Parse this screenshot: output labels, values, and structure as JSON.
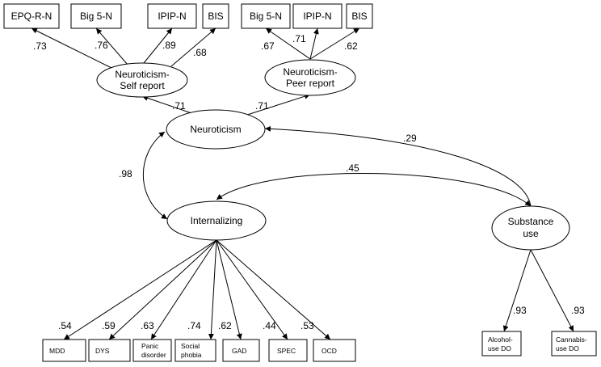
{
  "top_indicators": {
    "self": [
      {
        "label": "EPQ-R-N",
        "loading": ".73"
      },
      {
        "label": "Big 5-N",
        "loading": ".76"
      },
      {
        "label": "IPIP-N",
        "loading": ".89"
      },
      {
        "label": "BIS",
        "loading": ".68"
      }
    ],
    "peer": [
      {
        "label": "Big 5-N",
        "loading": ".67"
      },
      {
        "label": "IPIP-N",
        "loading": ".71"
      },
      {
        "label": "BIS",
        "loading": ".62"
      }
    ]
  },
  "factors": {
    "self_report": {
      "line1": "Neuroticism-",
      "line2": "Self report"
    },
    "peer_report": {
      "line1": "Neuroticism-",
      "line2": "Peer report"
    },
    "neuroticism": {
      "label": "Neuroticism"
    },
    "internalizing": {
      "label": "Internalizing"
    },
    "substance": {
      "line1": "Substance",
      "line2": "use"
    }
  },
  "paths": {
    "neuro_to_self": ".71",
    "neuro_to_peer": ".71",
    "neuro_internalizing": ".98",
    "neuro_substance": ".29",
    "internalizing_substance": ".45"
  },
  "internalizing_indicators": [
    {
      "line1": "MDD",
      "line2": "",
      "loading": ".54"
    },
    {
      "line1": "DYS",
      "line2": "",
      "loading": ".59"
    },
    {
      "line1": "Panic",
      "line2": "disorder",
      "loading": ".63"
    },
    {
      "line1": "Social",
      "line2": "phobia",
      "loading": ".74"
    },
    {
      "line1": "GAD",
      "line2": "",
      "loading": ".62"
    },
    {
      "line1": "SPEC",
      "line2": "",
      "loading": ".44"
    },
    {
      "line1": "OCD",
      "line2": "",
      "loading": ".53"
    }
  ],
  "substance_indicators": [
    {
      "line1": "Alcohol-",
      "line2": "use DO",
      "loading": ".93"
    },
    {
      "line1": "Cannabis-",
      "line2": "use DO",
      "loading": ".93"
    }
  ]
}
